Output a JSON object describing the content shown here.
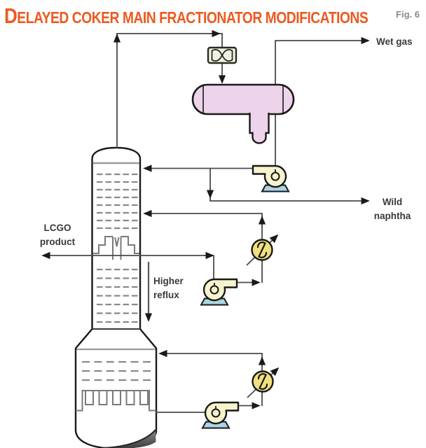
{
  "figure": {
    "title": "DELAYED COKER MAIN FRACTIONATOR MODIFICATIONS",
    "fig_label": "Fig. 6"
  },
  "labels": {
    "wet_gas": "Wet gas",
    "wild_naphtha": "Wild naphtha",
    "lcgo_product": "LCGO product",
    "higher_reflux": "Higher reflux"
  },
  "symbols": {
    "column": "fractionator-column",
    "air_cooler": "overhead-fan-condenser",
    "drum": "overhead-accumulator-drum",
    "pumps": [
      "overhead-pump",
      "mid-pumparound-pump",
      "bottom-pumparound-pump"
    ],
    "exchangers": [
      "mid-pumparound-exchanger",
      "bottom-pumparound-exchanger"
    ]
  },
  "colors": {
    "page_bg": "#ffffff",
    "title_color": "#ED5A20",
    "fig_label_color": "#8a8a8a",
    "label_color": "#3a3a3a",
    "line_color": "#4a4a4a",
    "arrow_color": "#1a1a1a",
    "vessel_outline": "#1a1a1a",
    "drum_fill": "#EDD4EA",
    "fan_fill": "#EDF2E0",
    "pump_fill": "#F7F3CD",
    "pump_base_fill": "#A9D6E5",
    "exchanger_fill": "#F0DF7D",
    "tray_color": "#8a8a8a",
    "internals_color": "#7a7a7a"
  }
}
